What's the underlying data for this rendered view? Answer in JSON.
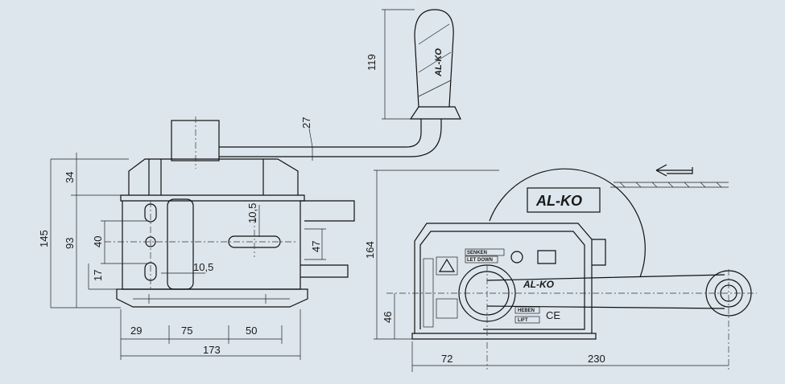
{
  "brand": {
    "logo": "AL-KO"
  },
  "labels": {
    "senken": "SENKEN",
    "let_down": "LET DOWN",
    "heben": "HEBEN",
    "lift": "LIFT",
    "ce": "CE"
  },
  "dimensions": {
    "handle_height": "119",
    "crank_offset": "27",
    "top_section": "34",
    "overall_height": "145",
    "mid_section": "93",
    "hole_pitch": "40",
    "bottom_section": "17",
    "slot_width_left": "10,5",
    "slot_width_right": "10,5",
    "slot_height": "47",
    "base_left": "29",
    "base_mid": "75",
    "base_right": "50",
    "base_total": "173",
    "side_height": "164",
    "axle_height": "46",
    "side_left": "72",
    "side_right": "230"
  },
  "colors": {
    "background": "#dde6ed",
    "line": "#111111"
  }
}
